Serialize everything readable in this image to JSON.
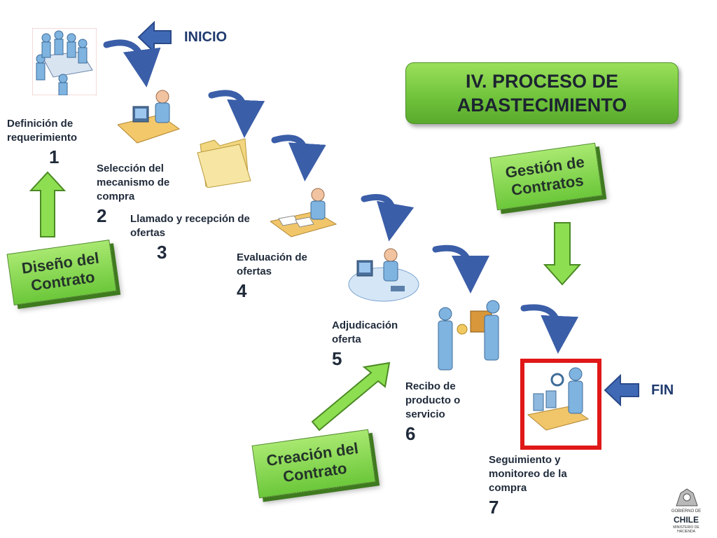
{
  "title": {
    "line1": "IV. PROCESO DE",
    "line2": "ABASTECIMIENTO"
  },
  "inicio_label": "INICIO",
  "fin_label": "FIN",
  "steps": [
    {
      "label": "Definición de requerimiento",
      "number": "1"
    },
    {
      "label": "Selección del mecanismo de compra",
      "number": "2"
    },
    {
      "label": "Llamado y recepción de ofertas",
      "number": "3"
    },
    {
      "label": "Evaluación de ofertas",
      "number": "4"
    },
    {
      "label": "Adjudicación oferta",
      "number": "5"
    },
    {
      "label": "Recibo de producto o servicio",
      "number": "6"
    },
    {
      "label": "Seguimiento y monitoreo de la compra",
      "number": "7"
    }
  ],
  "phases": {
    "design": {
      "line1": "Diseño del",
      "line2": "Contrato"
    },
    "creation": {
      "line1": "Creación del",
      "line2": "Contrato"
    },
    "management": {
      "line1": "Gestión de",
      "line2": "Contratos"
    }
  },
  "logo": {
    "top": "GOBIERNO DE",
    "name": "CHILE",
    "sub": "MINISTERIO DE HACIENDA"
  },
  "colors": {
    "title_green": "#6ec23a",
    "arrow_blue": "#3b5ea8",
    "highlight_red": "#e01818",
    "figure_blue": "#6aa6d8"
  }
}
